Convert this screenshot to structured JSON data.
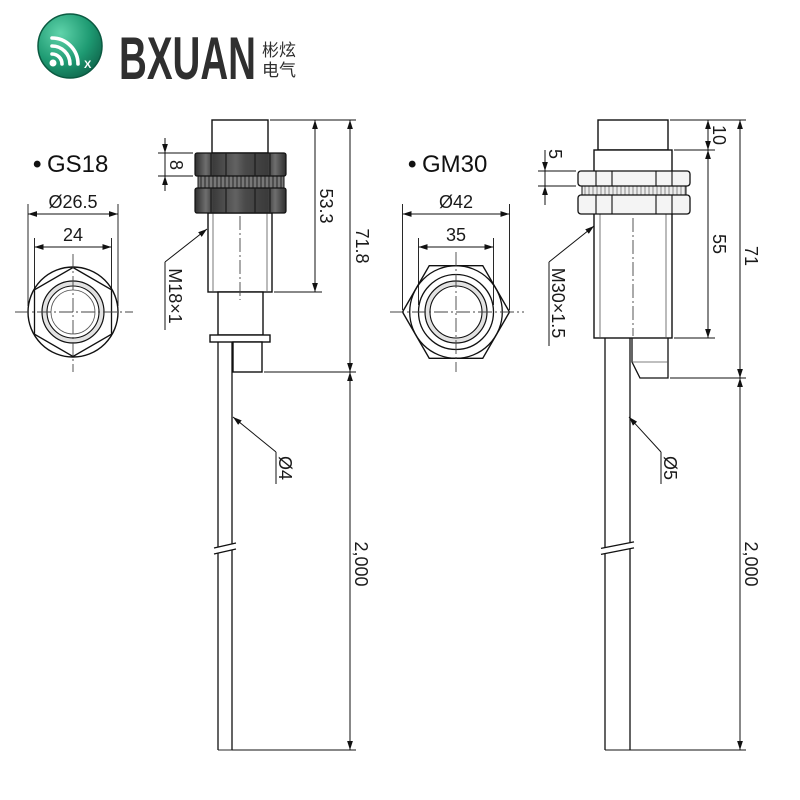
{
  "brand": {
    "name": "BXUAN",
    "cn_top": "彬炫",
    "cn_bottom": "电气",
    "logo_mark": "X",
    "logo_icon": "signal-waves-icon"
  },
  "colors": {
    "brand_green": "#1e9a72",
    "brand_text": "#2f2f2f",
    "line": "#111111"
  },
  "gs18": {
    "bullet": "•",
    "model": "GS18",
    "front": {
      "outer_dia": "Ø26.5",
      "hex_width": "24"
    },
    "side": {
      "nut_thickness": "8",
      "thread_length": "53.3",
      "total_length": "71.8",
      "thread_spec": "M18×1",
      "cable_dia": "Ø4",
      "cable_length": "2,000"
    }
  },
  "gm30": {
    "bullet": "•",
    "model": "GM30",
    "front": {
      "outer_dia": "Ø42",
      "hex_width": "35"
    },
    "side": {
      "cap_length": "10",
      "nut_thickness": "5",
      "thread_length": "55",
      "total_length": "71",
      "thread_spec": "M30×1.5",
      "cable_dia": "Ø5",
      "cable_length": "2,000"
    }
  }
}
